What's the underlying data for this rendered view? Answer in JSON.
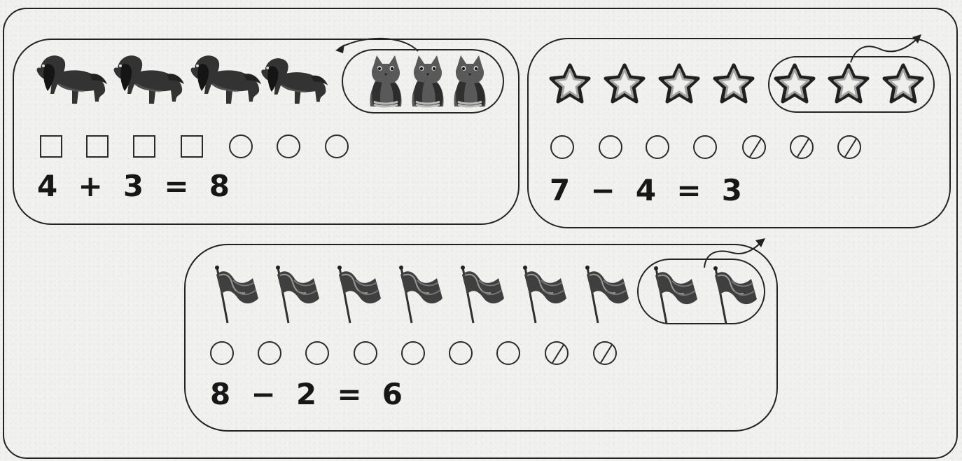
{
  "equations": {
    "addition": "4  +  3  =  8",
    "subtraction_stars": "7  −  4  =  3",
    "subtraction_flags": "8  −  2  =  6"
  },
  "icons": {
    "animal_group": [
      "dog-icon",
      "dog-icon",
      "dog-icon",
      "dog-icon"
    ],
    "added_group": [
      "cat-icon",
      "cat-icon",
      "cat-icon"
    ],
    "stars": [
      "star-icon",
      "star-icon",
      "star-icon",
      "star-icon",
      "star-icon",
      "star-icon",
      "star-icon"
    ],
    "flags": [
      "flag-icon",
      "flag-icon",
      "flag-icon",
      "flag-icon",
      "flag-icon",
      "flag-icon",
      "flag-icon",
      "flag-icon",
      "flag-icon"
    ]
  },
  "symbol_rows": {
    "addition": [
      "square",
      "square",
      "square",
      "square",
      "circle",
      "circle",
      "circle"
    ],
    "stars": [
      "circle",
      "circle",
      "circle",
      "circle",
      "crossed-circle",
      "crossed-circle",
      "crossed-circle"
    ],
    "flags": [
      "circle",
      "circle",
      "circle",
      "circle",
      "circle",
      "circle",
      "circle",
      "crossed-circle",
      "crossed-circle"
    ]
  },
  "colors": {
    "ink": "#171717",
    "paper": "#f1f1ef"
  }
}
